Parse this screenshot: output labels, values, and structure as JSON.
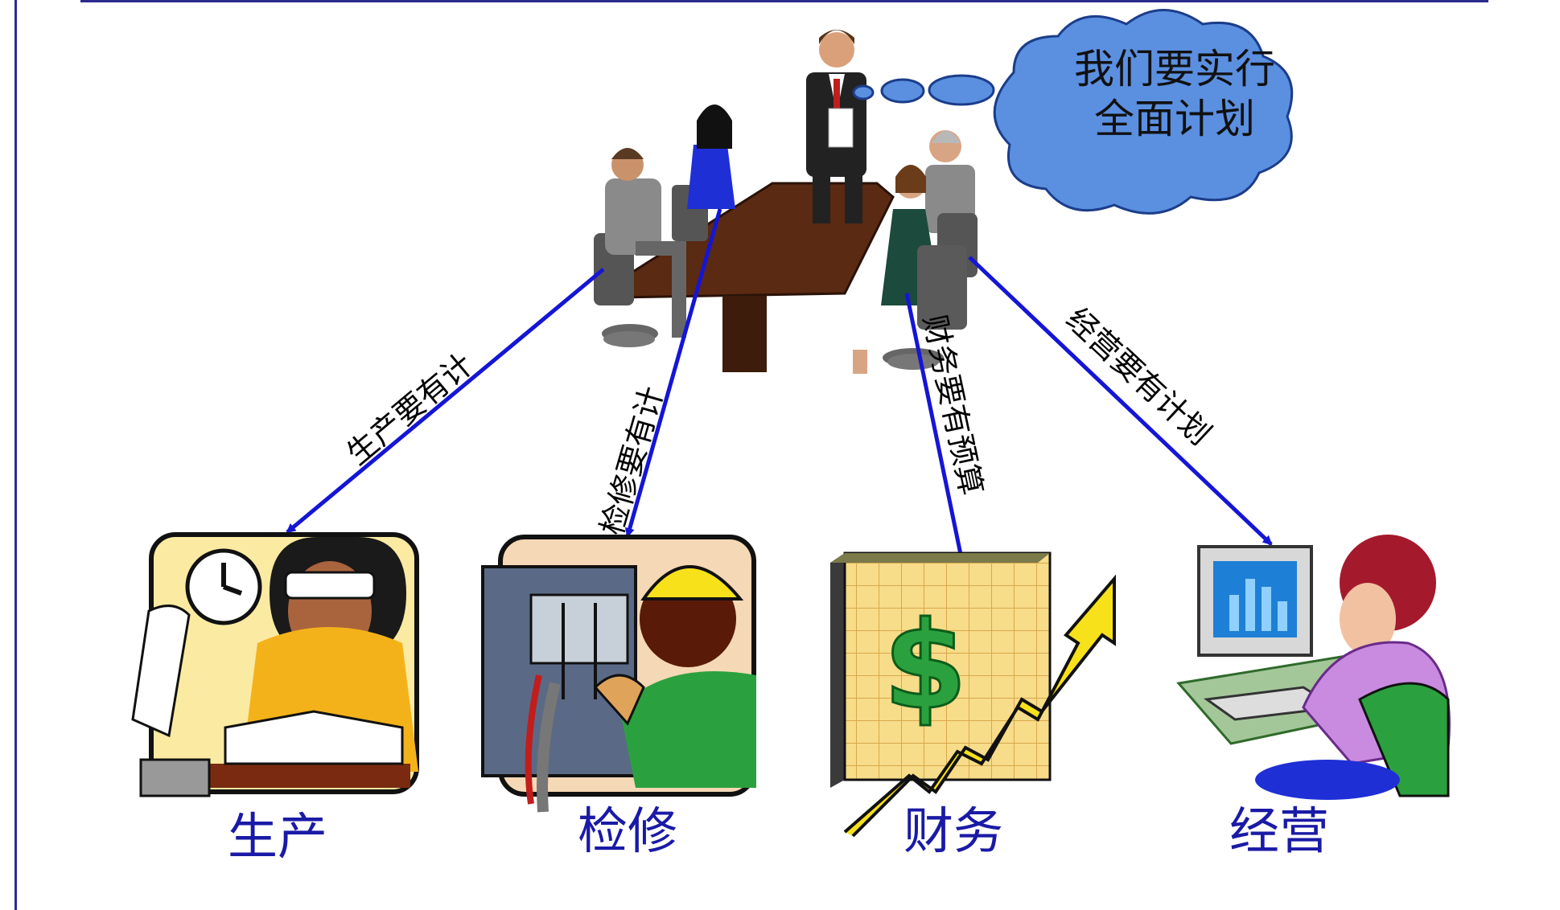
{
  "thought_bubble": {
    "line1": "我们要实行",
    "line2": "全面计划"
  },
  "arrows": [
    {
      "id": "production",
      "text": "生产要有计"
    },
    {
      "id": "maintenance",
      "text": "检修要有计"
    },
    {
      "id": "finance",
      "text": "财务要有预算"
    },
    {
      "id": "business",
      "text": "经营要有计划"
    }
  ],
  "departments": [
    {
      "id": "production",
      "label": "生产"
    },
    {
      "id": "maintenance",
      "label": "检修"
    },
    {
      "id": "finance",
      "label": "财务"
    },
    {
      "id": "business",
      "label": "经营"
    }
  ],
  "colors": {
    "arrow": "#1515d6",
    "label": "#1a1aa6",
    "bubble": "#5b8fe0",
    "frame": "#2b2b8f"
  }
}
